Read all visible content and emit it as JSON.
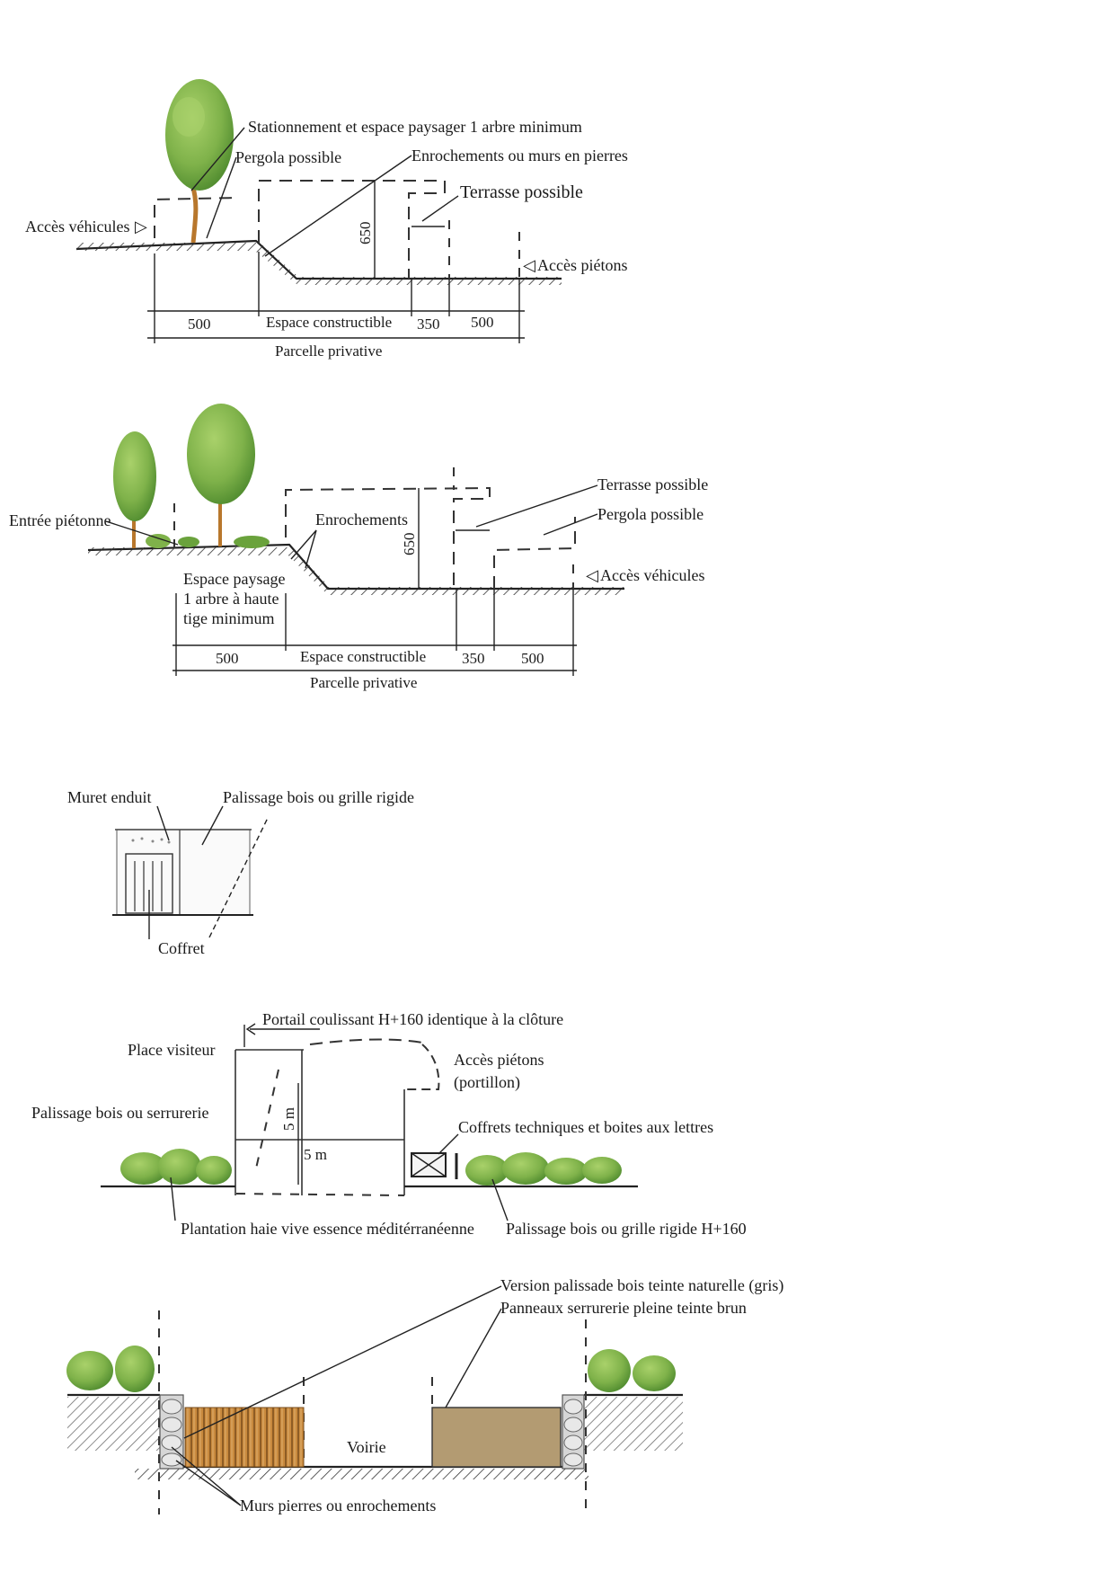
{
  "section1": {
    "labels": {
      "parking": "Stationnement et espace paysager 1 arbre minimum",
      "pergola": "Pergola possible",
      "rocks": "Enrochements ou murs en pierres",
      "terrace": "Terrasse possible",
      "vehicle_access": "Accès véhicules",
      "pedestrian_access": "Accès piétons",
      "height": "650"
    },
    "dims": {
      "d1": "500",
      "d2": "Espace constructible",
      "d3": "350",
      "d4": "500",
      "total": "Parcelle privative"
    }
  },
  "section2": {
    "labels": {
      "pedestrian_entry": "Entrée piétonne",
      "rocks": "Enrochements",
      "landscape_1": "Espace paysage",
      "landscape_2": "1 arbre à haute",
      "landscape_3": "tige minimum",
      "terrace": "Terrasse possible",
      "pergola": "Pergola possible",
      "vehicle_access": "Accès véhicules",
      "height": "650"
    },
    "dims": {
      "d1": "500",
      "d2": "Espace constructible",
      "d3": "350",
      "d4": "500",
      "total": "Parcelle privative"
    }
  },
  "section3": {
    "labels": {
      "wall": "Muret enduit",
      "fence": "Palissage bois ou grille rigide",
      "box": "Coffret"
    }
  },
  "section4": {
    "labels": {
      "gate": "Portail coulissant H+160 identique à la clôture",
      "visitor": "Place visiteur",
      "fence_left": "Palissage bois ou serrurerie",
      "pedestrian_1": "Accès piétons",
      "pedestrian_2": "(portillon)",
      "boxes": "Coffrets techniques et boites aux lettres",
      "size_v": "5 m",
      "size_h": "5 m",
      "hedge": "Plantation haie vive essence méditérranéenne",
      "fence_right": "Palissage bois ou grille rigide H+160"
    }
  },
  "section5": {
    "labels": {
      "wood": "Version palissade bois teinte naturelle (gris)",
      "metal": "Panneaux serrurerie pleine teinte brun",
      "road": "Voirie",
      "stone": "Murs pierres ou enrochements"
    }
  },
  "colors": {
    "foliage": "#7fb24a",
    "foliage_dark": "#4e8a2e",
    "trunk": "#b8772c",
    "wood": "#c98a3e",
    "metal_panel": "#b39b72",
    "stone": "#cfcfcf"
  }
}
